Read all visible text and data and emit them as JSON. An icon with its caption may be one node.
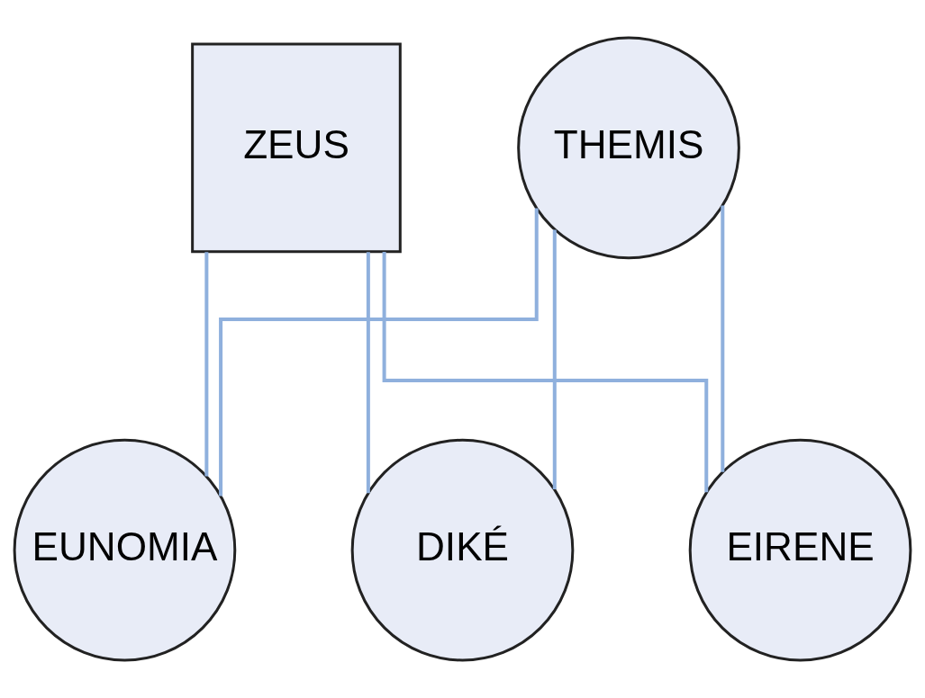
{
  "diagram": {
    "nodes": [
      {
        "text": [
          "ZEUS"
        ]
      },
      {
        "text": [
          "THEMIS"
        ]
      },
      {
        "text": [
          "EUNOMIA"
        ]
      },
      {
        "text": [
          "DIKÉ"
        ]
      },
      {
        "text": [
          "EIRENE"
        ]
      }
    ],
    "edges": [
      {
        "from": 0,
        "to": 2,
        "arrow": "none"
      },
      {
        "from": 0,
        "to": 3,
        "arrow": "none"
      },
      {
        "from": 0,
        "to": 4,
        "arrow": "none"
      },
      {
        "from": 1,
        "to": 2,
        "arrow": "none"
      },
      {
        "from": 1,
        "to": 3,
        "arrow": "none"
      },
      {
        "from": 1,
        "to": 4,
        "arrow": "none"
      }
    ]
  }
}
